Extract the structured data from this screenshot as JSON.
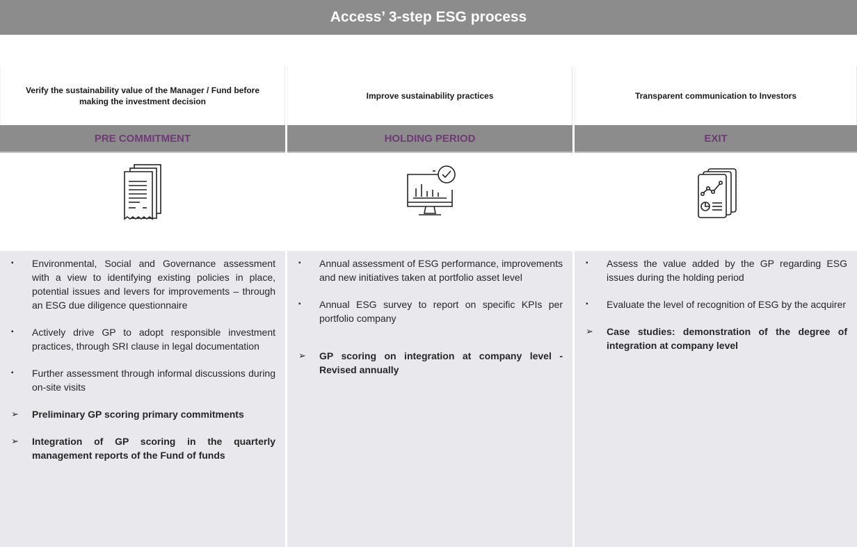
{
  "title": "Access’ 3-step ESG process",
  "columns": [
    {
      "objective": "Verify the sustainability value of the Manager / Fund  before making the investment decision",
      "phase": "PRE COMMITMENT",
      "icon": "document-stack-icon",
      "items": [
        {
          "type": "bullet",
          "marker": "▪",
          "text": "Environmental, Social and Governance assessment with a view to identifying existing policies in place, potential issues and levers for improvements – through an ESG due diligence questionnaire"
        },
        {
          "type": "bullet",
          "marker": "▪",
          "text": "Actively drive GP to adopt responsible investment practices, through SRI clause in legal documentation"
        },
        {
          "type": "bullet",
          "marker": "▪",
          "text": "Further assessment through informal discussions during on-site visits"
        },
        {
          "type": "arrow",
          "marker": "➢",
          "text": "Preliminary GP scoring primary commitments"
        },
        {
          "type": "arrow",
          "marker": "➢",
          "text": "Integration of GP scoring in the quarterly management reports of the Fund of funds"
        }
      ]
    },
    {
      "objective": "Improve sustainability practices",
      "phase": "HOLDING PERIOD",
      "icon": "monitor-chart-check-icon",
      "items": [
        {
          "type": "bullet",
          "marker": "▪",
          "text": "Annual assessment of ESG performance, improvements and new initiatives taken at portfolio asset level"
        },
        {
          "type": "bullet",
          "marker": "▪",
          "text": "Annual ESG survey to report on specific KPIs per portfolio company"
        },
        {
          "type": "arrow",
          "marker": "➢",
          "text": "GP scoring on integration at company level - Revised annually"
        }
      ]
    },
    {
      "objective": "Transparent communication to Investors",
      "phase": "EXIT",
      "icon": "report-pages-icon",
      "items": [
        {
          "type": "bullet",
          "marker": "▪",
          "text": "Assess the value added by the GP regarding ESG issues during the holding period"
        },
        {
          "type": "bullet",
          "marker": "▪",
          "text": "Evaluate the level of recognition of ESG by the acquirer"
        },
        {
          "type": "arrow",
          "marker": "➢",
          "text": "Case studies: demonstration of the degree of integration at company level"
        }
      ]
    }
  ]
}
